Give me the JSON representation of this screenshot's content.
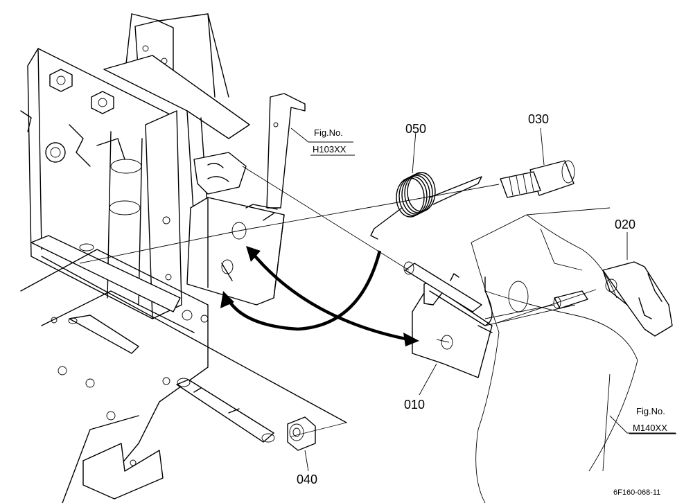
{
  "parts": [
    {
      "id": "010",
      "name": "part-010-label"
    },
    {
      "id": "020",
      "name": "part-020-label"
    },
    {
      "id": "030",
      "name": "part-030-label"
    },
    {
      "id": "040",
      "name": "part-040-label"
    },
    {
      "id": "050",
      "name": "part-050-label"
    }
  ],
  "references": [
    {
      "prefix": "Fig.No.",
      "code": "H103XX"
    },
    {
      "prefix": "Fig.No.",
      "code": "M140XX"
    }
  ],
  "drawing_code": "6F160-068-11"
}
